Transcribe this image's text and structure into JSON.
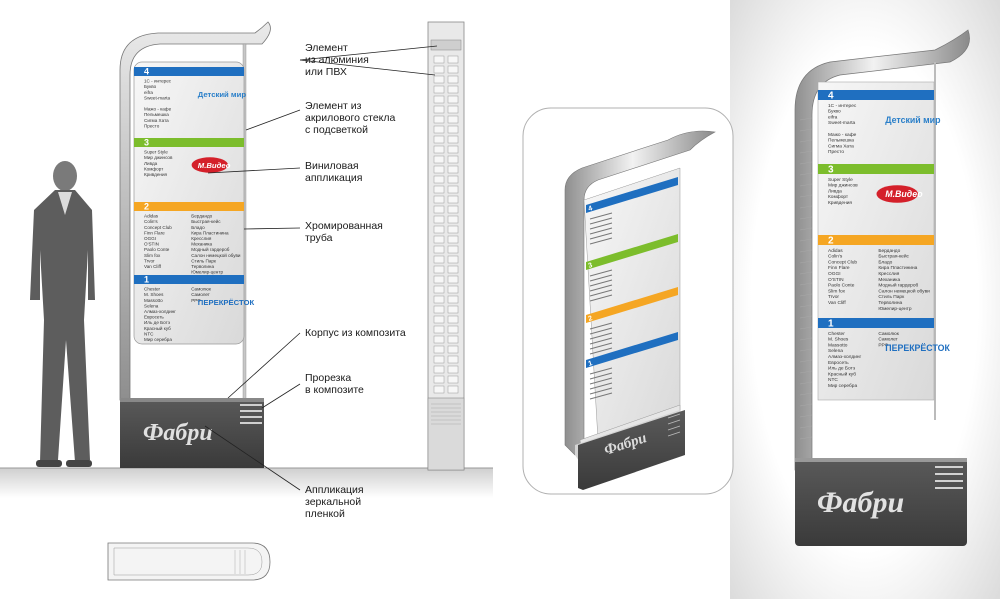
{
  "callouts": [
    {
      "id": "aluminium",
      "text": "Элемент\nиз алюминия\nили ПВХ"
    },
    {
      "id": "acrylic",
      "text": "Элемент из\nакрилового стекла\nс подсветкой"
    },
    {
      "id": "vinyl",
      "text": "Виниловая\nаппликация"
    },
    {
      "id": "chrome",
      "text": "Хромированная\nтруба"
    },
    {
      "id": "composite-body",
      "text": "Корпус из композита"
    },
    {
      "id": "cutting",
      "text": "Прорезка\nв композите"
    },
    {
      "id": "mirror-film",
      "text": "Аппликация\nзеркальной\nпленкой"
    }
  ],
  "stand": {
    "brand": "Фабри",
    "floors": [
      {
        "number": "4",
        "color": "#1f6fc0",
        "left": [
          "1С - интерес",
          "Букво",
          "eifra",
          "Sweet-marta",
          "",
          "Мажо - кафе",
          "Пельмешка",
          "Сигма Хата",
          "Престо"
        ],
        "right": [],
        "logos": [
          "Детский мир"
        ]
      },
      {
        "number": "3",
        "color": "#7cbd2c",
        "left": [
          "Super Style",
          "Мир джинсов",
          "Ливда",
          "Комфорт",
          "Кривдения"
        ],
        "right": [],
        "logos": [
          "М.Видео"
        ]
      },
      {
        "number": "2",
        "color": "#f5a623",
        "left": [
          "Adidas",
          "Colin's",
          "Concept Club",
          "Finn Flare",
          "OGGI",
          "O'STIN",
          "Paolo Conte",
          "Slim fox",
          "Trvor",
          "Van Cliff"
        ],
        "right": [
          "Бердандо",
          "Быстрая-кейс",
          "Бладо",
          "Кира Пластинина",
          "Кресслия",
          "Механика",
          "Модный гардероб",
          "Салон немецкой обуви",
          "Стиль Парк",
          "Терволина",
          "Юмелир-центр"
        ],
        "logos": []
      },
      {
        "number": "1",
        "color": "#1f6fc0",
        "left": [
          "Chester",
          "M. Shoes",
          "Massotto",
          "Selena",
          "Алмаз-холдинг",
          "Евросеть",
          "Иль де Ботэ",
          "Красный куб",
          "NTC",
          "Мир серебра"
        ],
        "right": [
          "Самолюк",
          "Самолет",
          "РРФ"
        ],
        "logos": [
          "ПЕРЕКРЁСТОК"
        ]
      }
    ]
  },
  "colors": {
    "blue": "#1f6fc0",
    "green": "#7cbd2c",
    "orange": "#f5a623",
    "body": "#4a4a4a",
    "metal": "#b9b9b9"
  }
}
